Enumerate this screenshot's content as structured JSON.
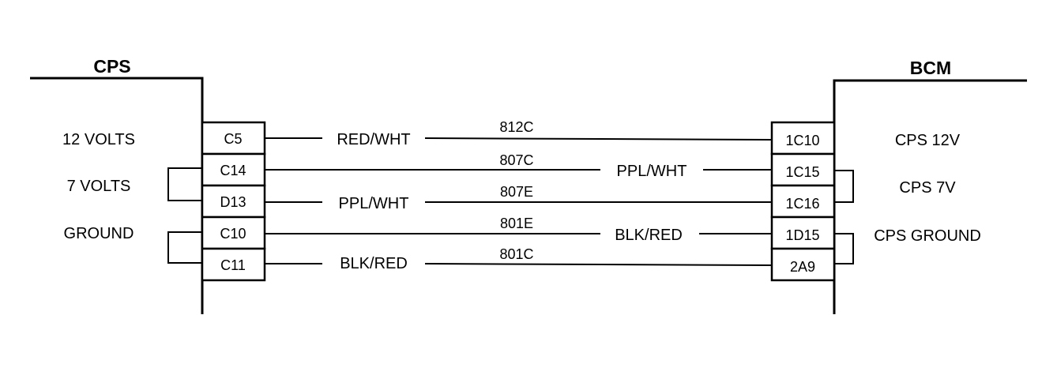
{
  "left_module": {
    "name": "CPS",
    "labels": [
      "12 VOLTS",
      "7 VOLTS",
      "GROUND"
    ],
    "pins": [
      "C5",
      "C14",
      "D13",
      "C10",
      "C11"
    ]
  },
  "right_module": {
    "name": "BCM",
    "labels": [
      "CPS 12V",
      "CPS 7V",
      "CPS GROUND"
    ],
    "pins": [
      "1C10",
      "1C15",
      "1C16",
      "1D15",
      "2A9"
    ]
  },
  "wires": [
    {
      "circuit": "812C",
      "color": "RED/WHT"
    },
    {
      "circuit": "807C",
      "color": "PPL/WHT"
    },
    {
      "circuit": "807E",
      "color": "PPL/WHT"
    },
    {
      "circuit": "801E",
      "color": "BLK/RED"
    },
    {
      "circuit": "801C",
      "color": "BLK/RED"
    }
  ]
}
